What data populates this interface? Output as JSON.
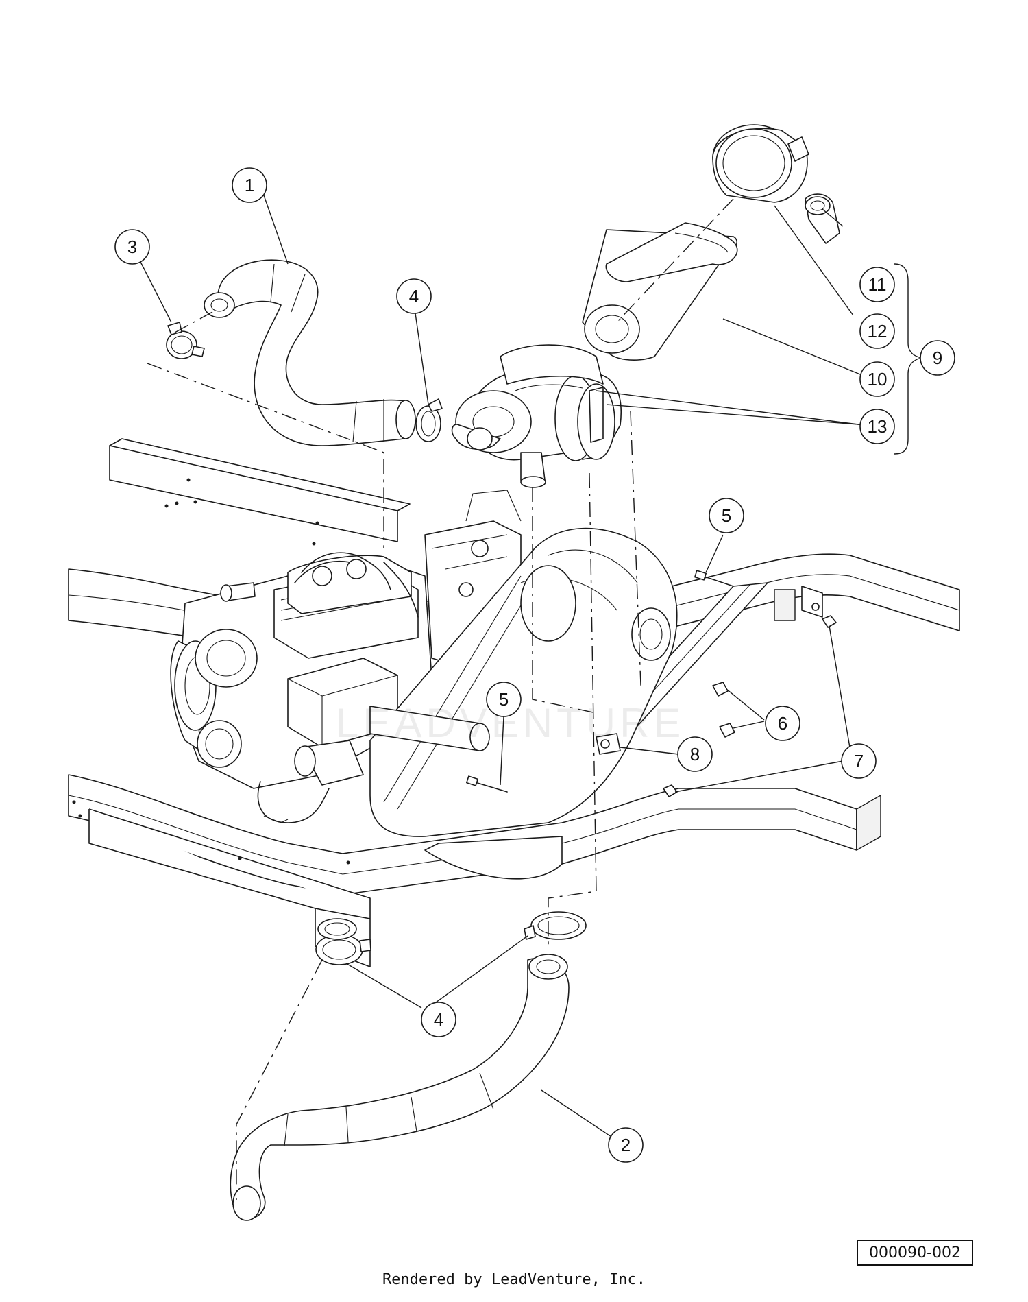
{
  "diagram": {
    "callouts": [
      {
        "id": "c1",
        "label": "1"
      },
      {
        "id": "c2",
        "label": "2"
      },
      {
        "id": "c3",
        "label": "3"
      },
      {
        "id": "c4a",
        "label": "4"
      },
      {
        "id": "c4b",
        "label": "4"
      },
      {
        "id": "c5a",
        "label": "5"
      },
      {
        "id": "c5b",
        "label": "5"
      },
      {
        "id": "c6",
        "label": "6"
      },
      {
        "id": "c7a",
        "label": "7"
      },
      {
        "id": "c7b",
        "label": "7"
      },
      {
        "id": "c8",
        "label": "8"
      },
      {
        "id": "c9",
        "label": "9"
      },
      {
        "id": "c10",
        "label": "10"
      },
      {
        "id": "c11",
        "label": "11"
      },
      {
        "id": "c12",
        "label": "12"
      },
      {
        "id": "c13",
        "label": "13"
      }
    ],
    "watermark": "LEADVENTURE",
    "reference_number": "000090-002",
    "credit": "Rendered by LeadVenture, Inc."
  }
}
